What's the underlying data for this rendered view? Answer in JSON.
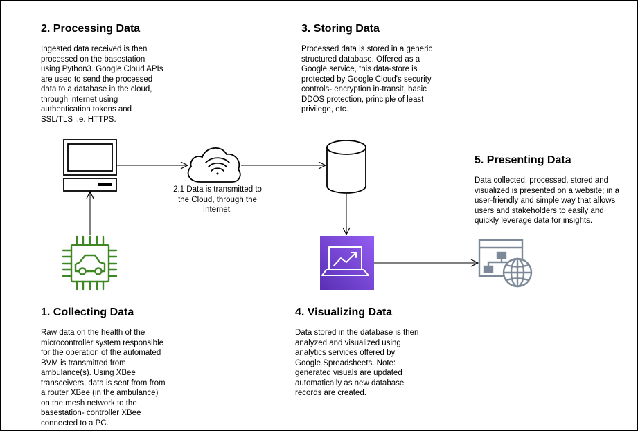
{
  "sections": {
    "processing": {
      "title": "2. Processing Data",
      "lines": [
        "Ingested data received is then",
        "processed on the basestation",
        "using Python3. Google Cloud APIs",
        "are used to send the processed",
        "data to a database in the cloud,",
        "through internet using",
        "authentication tokens and",
        "SSL/TLS i.e. HTTPS."
      ]
    },
    "storing": {
      "title": "3. Storing Data",
      "lines": [
        "Processed data is stored in a generic",
        "structured database. Offered as a",
        "Google service, this data-store is",
        "protected by Google Cloud's security",
        "controls- encryption in-transit, basic",
        "DDOS protection, principle of least",
        "privilege, etc."
      ]
    },
    "presenting": {
      "title": "5. Presenting Data",
      "lines": [
        "Data collected, processed, stored and",
        "visualized is presented on a website; in a",
        "user-friendly and simple way that allows",
        "users and stakeholders to easily and",
        "quickly leverage data for insights."
      ]
    },
    "collecting": {
      "title": "1. Collecting Data",
      "lines": [
        "Raw data on the health of the",
        "microcontroller system responsible",
        "for the operation of the automated",
        "BVM is transmitted from",
        "ambulance(s). Using XBee",
        "transceivers, data is sent from from",
        "a router XBee (in the ambulance)",
        "on the mesh network to the",
        "basestation- controller XBee",
        "connected to a PC."
      ]
    },
    "visualizing": {
      "title": "4. Visualizing Data",
      "lines": [
        "Data stored in the database is then",
        "analyzed and visualized using",
        "analytics services offered by",
        "Google Spreadsheets. Note:",
        "generated visuals are updated",
        "automatically as new database",
        "records are created."
      ]
    }
  },
  "cloud_caption": {
    "lines": [
      "2.1 Data is transmitted to",
      "the Cloud, through the",
      "Internet."
    ]
  },
  "colors": {
    "chip_green": "#3f8624",
    "analytics_purple_top": "#945df2",
    "analytics_purple_bottom": "#5a30b5",
    "icon_gray": "#7d8998",
    "line": "#000000"
  },
  "icons": {
    "computer": "monitor-icon",
    "cloud": "cloud-wifi-icon",
    "database": "database-cylinder-icon",
    "chip": "vehicle-chip-icon",
    "analytics": "analytics-chart-icon",
    "website": "website-sitemap-globe-icon"
  }
}
